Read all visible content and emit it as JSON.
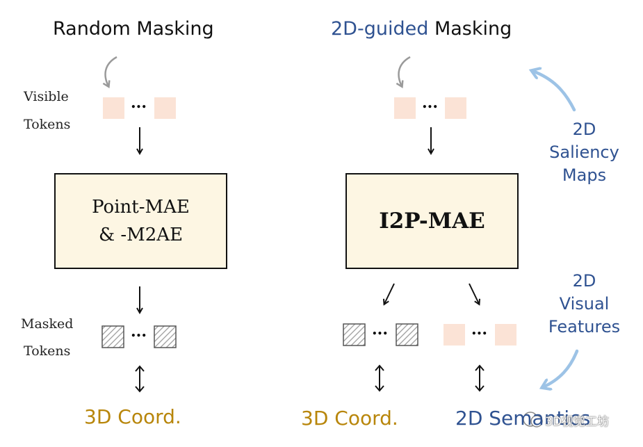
{
  "left": {
    "title": "Random Masking",
    "visible_label_1": "Visible",
    "visible_label_2": "Tokens",
    "model_line1": "Point-MAE",
    "model_line2": "& -M2AE",
    "masked_label_1": "Masked",
    "masked_label_2": "Tokens",
    "dots": "...",
    "target": "3D Coord."
  },
  "right": {
    "title_highlight": "2D-guided",
    "title_rest": " Masking",
    "model": "I2P-MAE",
    "dots": "...",
    "target_3d": "3D Coord.",
    "target_2d": "2D Semantics",
    "saliency_1": "2D",
    "saliency_2": "Saliency",
    "saliency_3": "Maps",
    "visual_1": "2D",
    "visual_2": "Visual",
    "visual_3": "Features"
  },
  "watermark": "3D视觉工坊",
  "colors": {
    "token_fill": "#fbe3d6",
    "box_fill": "#fdf6e3",
    "annotation_blue": "#2f5291",
    "arrow_light_blue": "#9dc3e6",
    "target_gold": "#b8860b",
    "curved_arrow_gray": "#9a9a9a"
  },
  "icons": [
    "down-arrow-icon",
    "double-arrow-icon",
    "curved-arrow-icon",
    "hatched-token-icon",
    "watermark-logo-icon"
  ]
}
